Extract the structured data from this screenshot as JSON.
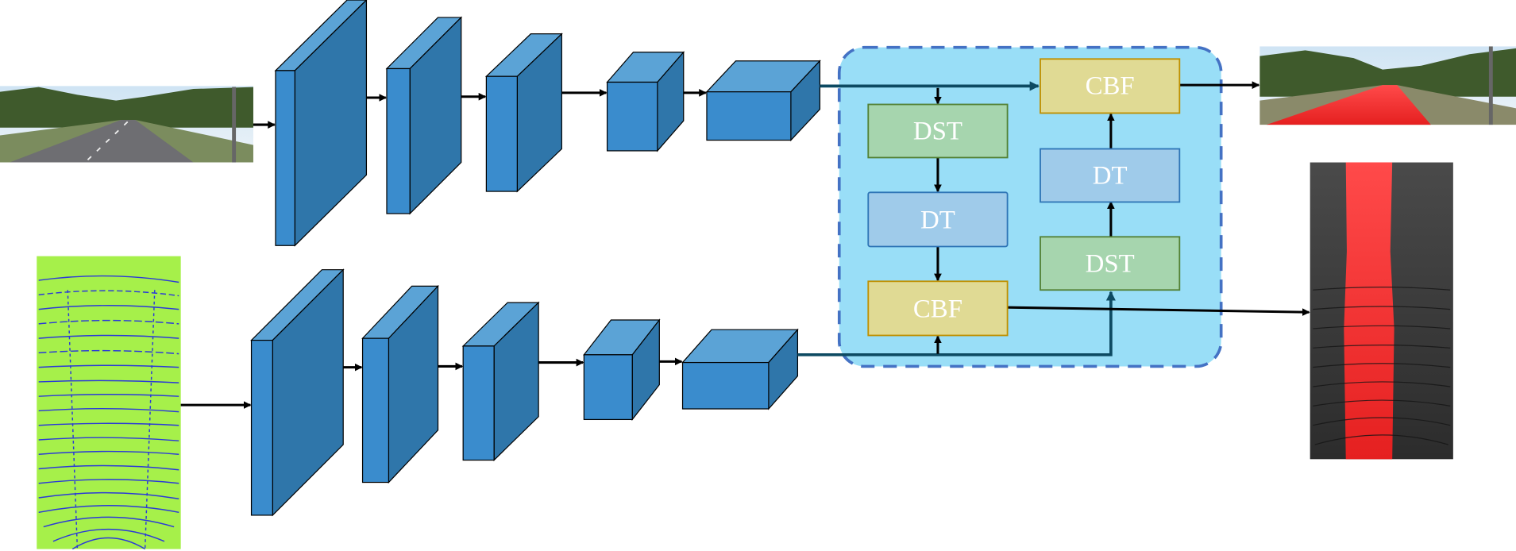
{
  "fusion_module": {
    "left_column": [
      {
        "label": "DST",
        "kind": "dst"
      },
      {
        "label": "DT",
        "kind": "dt"
      },
      {
        "label": "CBF",
        "kind": "cbf"
      }
    ],
    "right_column": [
      {
        "label": "CBF",
        "kind": "cbf"
      },
      {
        "label": "DT",
        "kind": "dt"
      },
      {
        "label": "DST",
        "kind": "dst"
      }
    ]
  },
  "colors": {
    "cube_front": "#3a8ccd",
    "cube_top": "#5ba3d6",
    "cube_side": "#2f76aa",
    "module_bg": "#99def7",
    "module_border": "#4472c4",
    "dst_fill": "#a6d5ae",
    "dst_border": "#538135",
    "dt_fill": "#9fcbea",
    "dt_border": "#2e75b6",
    "cbf_fill": "#e0da94",
    "cbf_border": "#bf9000",
    "road_mask": "#ff3b3b",
    "lidar_bg": "#a6f04a"
  }
}
